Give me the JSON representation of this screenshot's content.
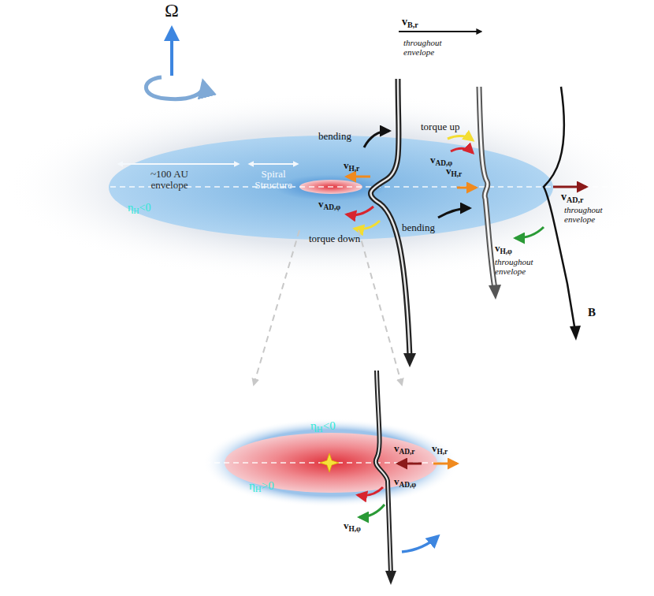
{
  "diagram": {
    "labels": [
      "Ω",
      "vB,r",
      "throughout envelope",
      "bending",
      "torque up",
      "vH,r",
      "vAD,φ",
      "vH,r",
      "~100 AU envelope",
      "Spiral Structure",
      "ηH<0",
      "vAD,φ",
      "torque down",
      "bending",
      "vAD,r",
      "throughout envelope",
      "vH,φ",
      "throughout envelope",
      "B",
      "ηH<0",
      "vAD,r",
      "vH,r",
      "ηH>0",
      "vAD,φ",
      "vH,φ"
    ]
  }
}
